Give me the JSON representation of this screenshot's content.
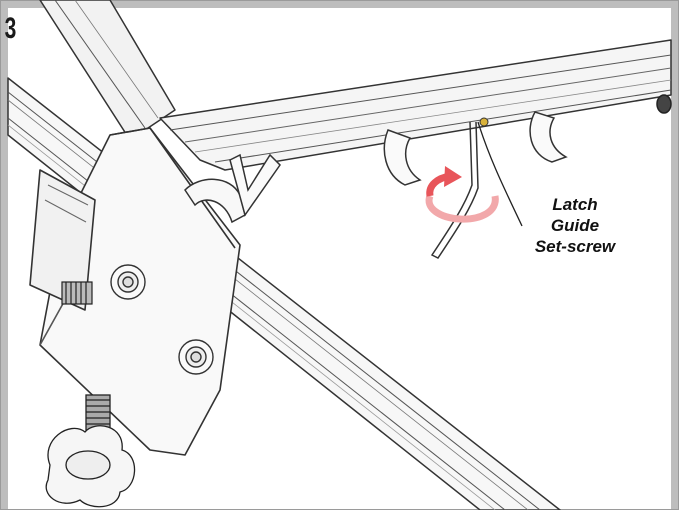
{
  "step": {
    "number": "3"
  },
  "callout": {
    "line1": "Latch",
    "line2": "Guide",
    "line3": "Set-screw"
  },
  "colors": {
    "frame_border": "#9a9a9a",
    "rotation_arrow": "#e8555a",
    "rotation_arrow_light": "#f2a8aa",
    "set_screw_highlight": "#d9b23a",
    "line_art": "#333333"
  },
  "icons": {
    "rotation_arrow": "counter-clockwise-arrow-icon"
  }
}
